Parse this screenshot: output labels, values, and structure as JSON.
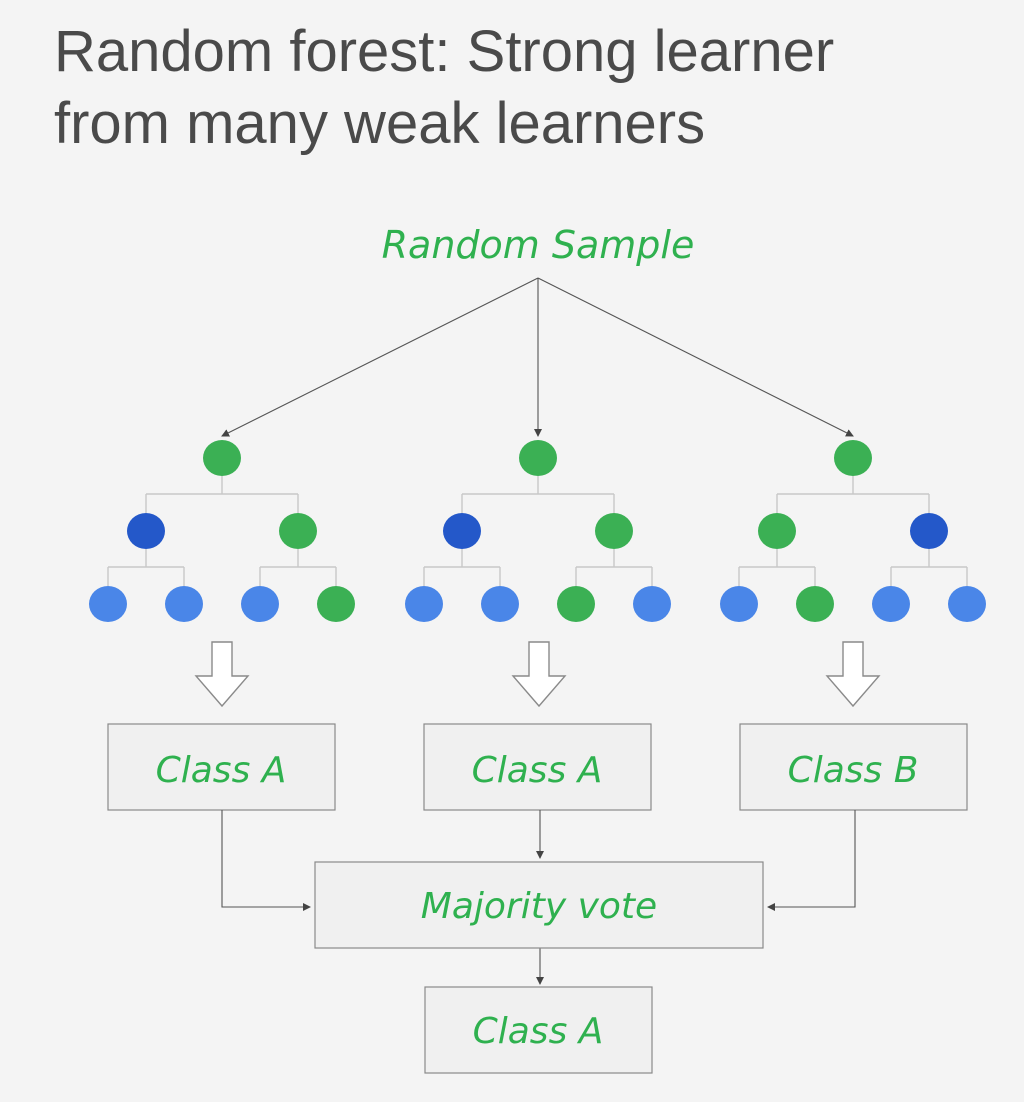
{
  "title": {
    "line1": "Random forest: Strong learner",
    "line2": "from many weak learners"
  },
  "root_label": "Random Sample",
  "trees": [
    {
      "root": "green",
      "level1": [
        "darkblue",
        "green"
      ],
      "leaves": [
        "blue",
        "blue",
        "blue",
        "green"
      ],
      "prediction": "Class A"
    },
    {
      "root": "green",
      "level1": [
        "darkblue",
        "green"
      ],
      "leaves": [
        "blue",
        "blue",
        "green",
        "blue"
      ],
      "prediction": "Class A"
    },
    {
      "root": "green",
      "level1": [
        "green",
        "darkblue"
      ],
      "leaves": [
        "blue",
        "green",
        "blue",
        "blue"
      ],
      "prediction": "Class B"
    }
  ],
  "vote_label": "Majority vote",
  "final_label": "Class A",
  "colors": {
    "green": "#3bb054",
    "darkblue": "#2458c9",
    "blue": "#4a86e8",
    "label_green": "#2fb14f"
  }
}
